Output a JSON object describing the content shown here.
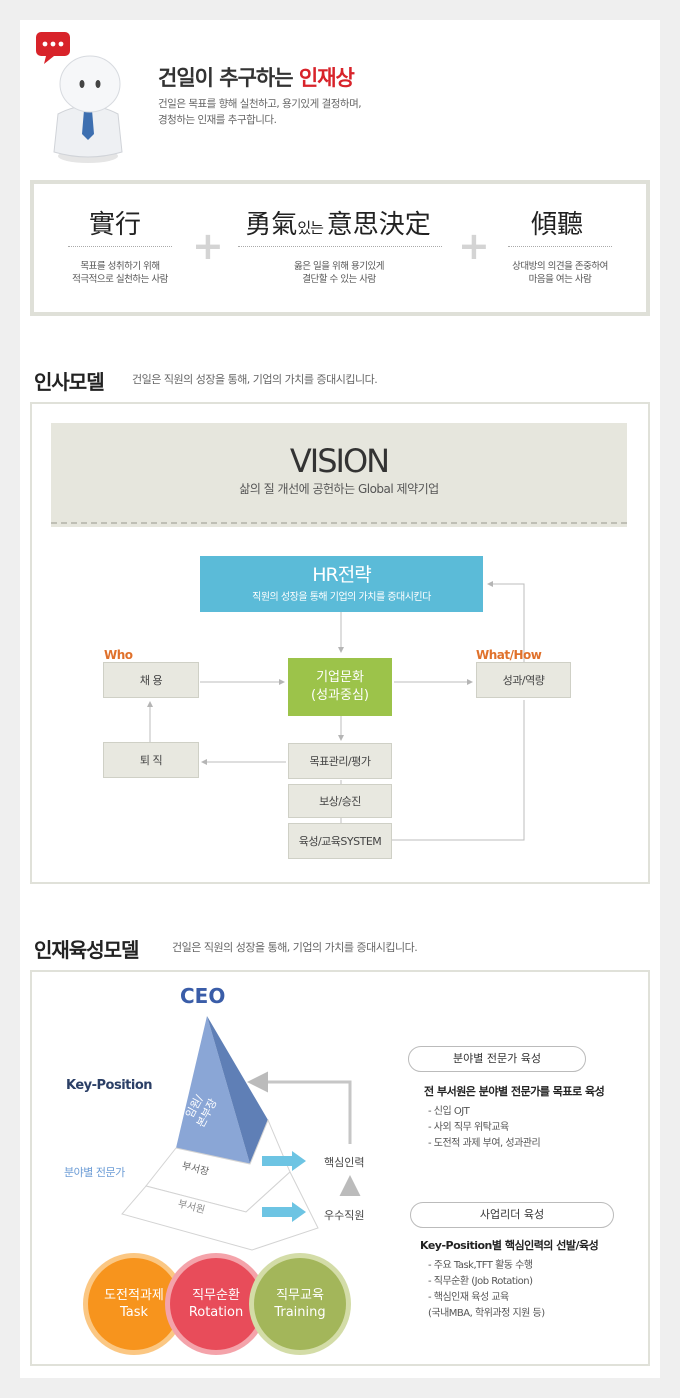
{
  "intro": {
    "title_main": "건일이 추구하는 ",
    "title_accent": "인재상",
    "desc_line1": "건일은 목표를 향해 실천하고, 용기있게 결정하며,",
    "desc_line2": "경청하는 인재를 추구합니다."
  },
  "values": [
    {
      "head": "實行",
      "line1": "목표를 성취하기 위해",
      "line2": "적극적으로 실천하는 사람"
    },
    {
      "head_a": "勇氣",
      "head_small": "있는 ",
      "head_b": "意思決定",
      "line1": "옳은 일을 위해 용기있게",
      "line2": "결단할 수 있는 사람"
    },
    {
      "head": "傾聽",
      "line1": "상대방의 의견을 존중하여",
      "line2": "마음을 여는 사람"
    }
  ],
  "plus": "+",
  "hr_model": {
    "title": "인사모델",
    "desc": "건일은 직원의 성장을 통해, 기업의 가치를 증대시킵니다.",
    "vision_title": "VISION",
    "vision_sub": "삶의 질 개선에 공헌하는 Global 제약기업",
    "hr_title": "HR전략",
    "hr_sub": "직원의 성장을 통해 기업의 가치를 증대시킨다",
    "who": "Who",
    "whathow": "What/How",
    "hire": "채 용",
    "retire": "퇴 직",
    "culture_1": "기업문화",
    "culture_2": "(성과중심)",
    "perf": "성과/역량",
    "goal": "목표관리/평가",
    "reward": "보상/승진",
    "edu": "육성/교육SYSTEM"
  },
  "talent_model": {
    "title": "인재육성모델",
    "desc": "건일은 직원의 성장을 통해, 기업의 가치를 증대시킵니다.",
    "ceo": "CEO",
    "key_position": "Key-Position",
    "field_expert": "분야별 전문가",
    "exec_1": "임원/",
    "exec_2": "본부장",
    "dept_head": "부서장",
    "dept_member": "부서원",
    "core_talent": "핵심인력",
    "good_staff": "우수직원",
    "circles": [
      {
        "kr": "도전적과제",
        "en": "Task",
        "color": "#f7941d"
      },
      {
        "kr": "직무순환",
        "en": "Rotation",
        "color": "#e84c5a"
      },
      {
        "kr": "직무교육",
        "en": "Training",
        "color": "#a3b65a"
      }
    ],
    "block1": {
      "pill": "분야별 전문가 육성",
      "head": "전 부서원은 분야별 전문가를 목표로 육성",
      "items": [
        "- 신입 OJT",
        "- 사외 직무 위탁교육",
        "- 도전적 과제 부여, 성과관리"
      ]
    },
    "block2": {
      "pill": "사업리더 육성",
      "head": "Key-Position별 핵심인력의 선발/육성",
      "items": [
        "- 주요 Task,TFT 활동 수행",
        "- 직무순환 (Job Rotation)",
        "- 핵심인재 육성 교육",
        "(국내MBA, 학위과정 지원 등)"
      ]
    }
  }
}
